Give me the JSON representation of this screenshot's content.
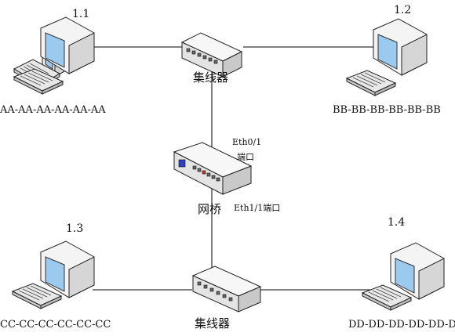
{
  "hosts": [
    {
      "id": "host-1",
      "label": "1.1",
      "mac": "AA-AA-AA-AA-AA-AA"
    },
    {
      "id": "host-2",
      "label": "1.2",
      "mac": "BB-BB-BB-BB-BB-BB"
    },
    {
      "id": "host-3",
      "label": "1.3",
      "mac": "CC-CC-CC-CC-CC-CC"
    },
    {
      "id": "host-4",
      "label": "1.4",
      "mac": "DD-DD-DD-DD-DD-DD"
    }
  ],
  "hubs": [
    {
      "id": "hub-top",
      "label": "集线器"
    },
    {
      "id": "hub-bottom",
      "label": "集线器"
    }
  ],
  "bridge": {
    "label": "网桥",
    "port_top_line1": "Eth0/1",
    "port_top_line2": "端口",
    "port_bottom": "Eth1/1端口"
  },
  "colors": {
    "line": "#000000",
    "device_face": "#e9e9e9",
    "device_top": "#f7f7f7",
    "device_side": "#c9c9c9",
    "screen": "#9cc9ee",
    "port_blue": "#2b3fbf"
  }
}
